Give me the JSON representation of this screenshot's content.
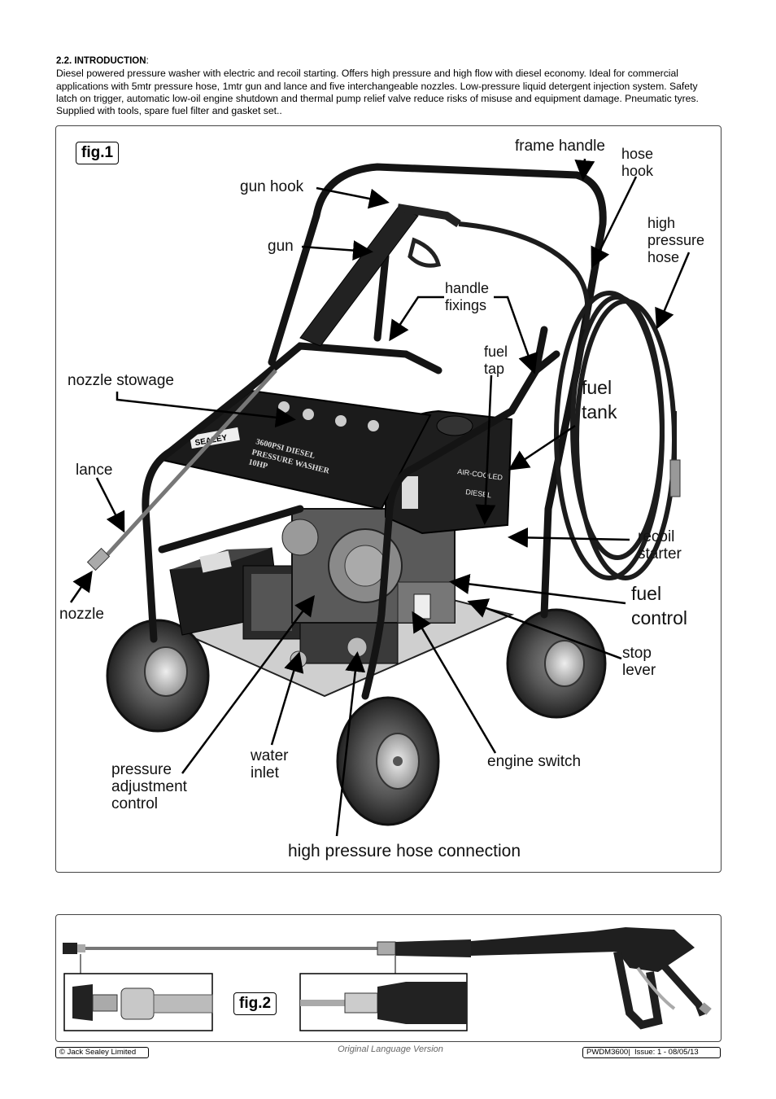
{
  "intro": {
    "heading": "2.2. INTRODUCTION",
    "heading_suffix": ":",
    "body": "Diesel powered pressure washer with electric and recoil starting. Offers high pressure and high flow with diesel economy. Ideal for commercial applications with 5mtr pressure hose, 1mtr gun and lance and five interchangeable nozzles. Low-pressure liquid detergent injection system. Safety latch on trigger, automatic low-oil engine shutdown and thermal pump relief valve reduce risks of misuse and equipment damage. Pneumatic tyres. Supplied with tools, spare fuel filter and gasket set.."
  },
  "fig1": {
    "label": "fig.1",
    "callouts": {
      "frame_handle": "frame handle",
      "hose_hook": "hose\nhook",
      "gun_hook": "gun hook",
      "gun": "gun",
      "high_pressure_hose": "high\npressure\nhose",
      "handle_fixings": "handle\nfixings",
      "fuel_tap": "fuel\ntap",
      "nozzle_stowage": "nozzle stowage",
      "fuel_tank": "fuel\ntank",
      "lance": "lance",
      "recoil_starter": "recoil\nstarter",
      "nozzle": "nozzle",
      "fuel_control": "fuel\ncontrol",
      "stop_lever": "stop\nlever",
      "water_inlet": "water\ninlet",
      "pressure_adjustment_control": "pressure\nadjustment\ncontrol",
      "engine_switch": "engine switch",
      "high_pressure_hose_connection": "high pressure hose connection"
    },
    "panel_text": {
      "brand": "SEALEY",
      "model_line1": "3600PSI DIESEL",
      "model_line2": "PRESSURE WASHER",
      "model_line3": "10HP",
      "tank_text1": "AIR-COOLED",
      "tank_text2": "DIESEL"
    }
  },
  "fig2": {
    "label": "fig.2"
  },
  "footer": {
    "copyright": "© Jack Sealey Limited",
    "center": "Original Language Version",
    "model": "PWDM3600",
    "issue": "Issue: 1 - 08/05/13"
  },
  "colors": {
    "frame": "#1a1a1a",
    "text": "#000000",
    "border": "#444444"
  }
}
